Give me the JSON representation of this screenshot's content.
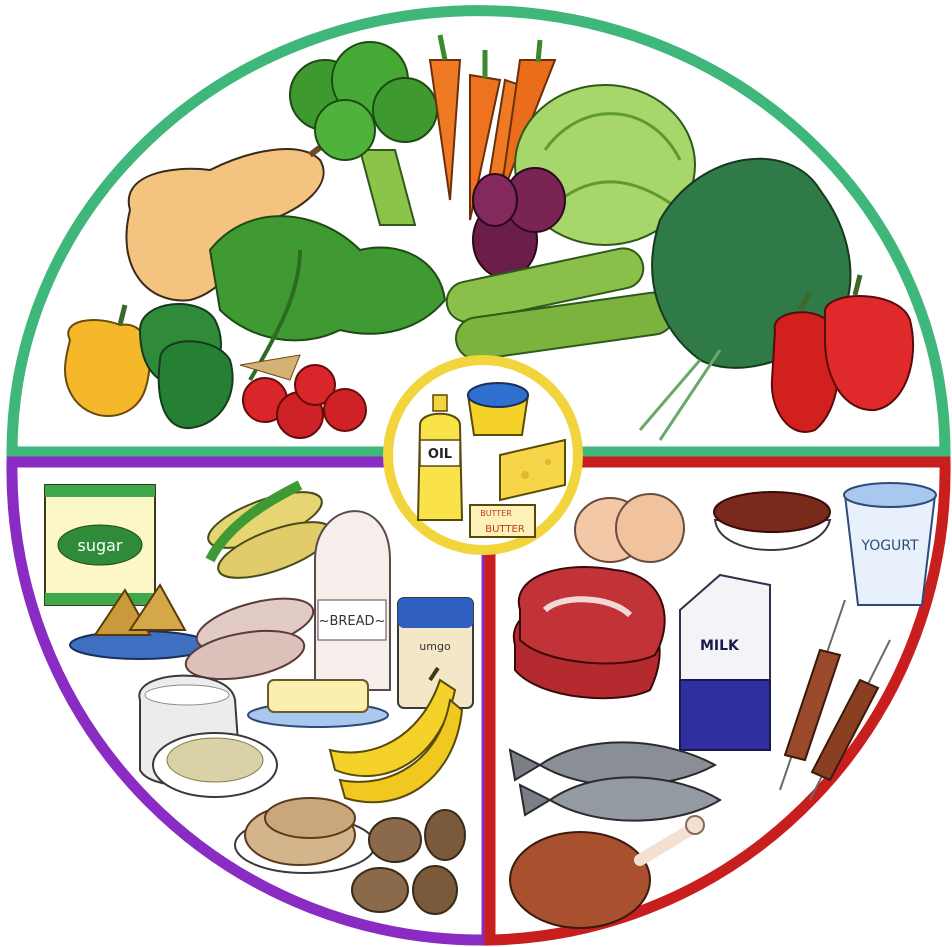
{
  "plate": {
    "colors": {
      "vegetables_border": "#3fb67a",
      "starch_border": "#8a2bc4",
      "protein_border": "#c81e1e",
      "fats_border": "#f2d53c",
      "background": "#ffffff"
    }
  },
  "labels": {
    "oil": "OIL",
    "butter_top": "BUTTER",
    "butter_side": "BUTTER",
    "sugar": "sugar",
    "bread": "~BREAD~",
    "umgo": "umgo",
    "milk": "MILK",
    "yogurt": "YOGURT"
  }
}
